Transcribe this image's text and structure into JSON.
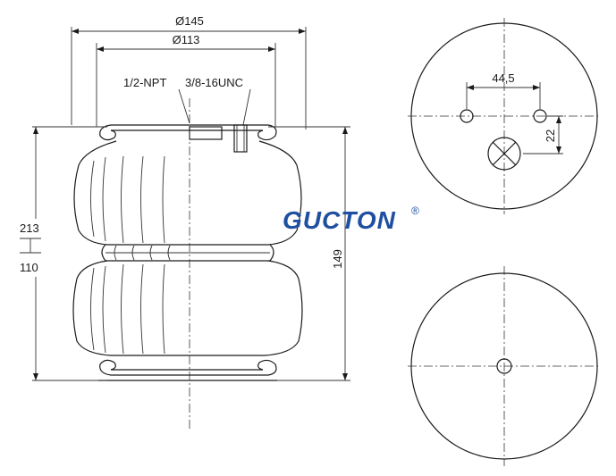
{
  "dimensions": {
    "outer_diameter": "Ø145",
    "inner_diameter": "Ø113",
    "port_npt": "1/2-NPT",
    "thread_unc": "3/8-16UNC",
    "height_max": "213",
    "height_min": "110",
    "height_design": "149",
    "bolt_spacing": "44,5",
    "port_offset": "22"
  },
  "logo": {
    "brand": "GUCTON",
    "registered": "®",
    "color_dark": "#1f4fa0",
    "color_light": "#2fa6e0"
  }
}
